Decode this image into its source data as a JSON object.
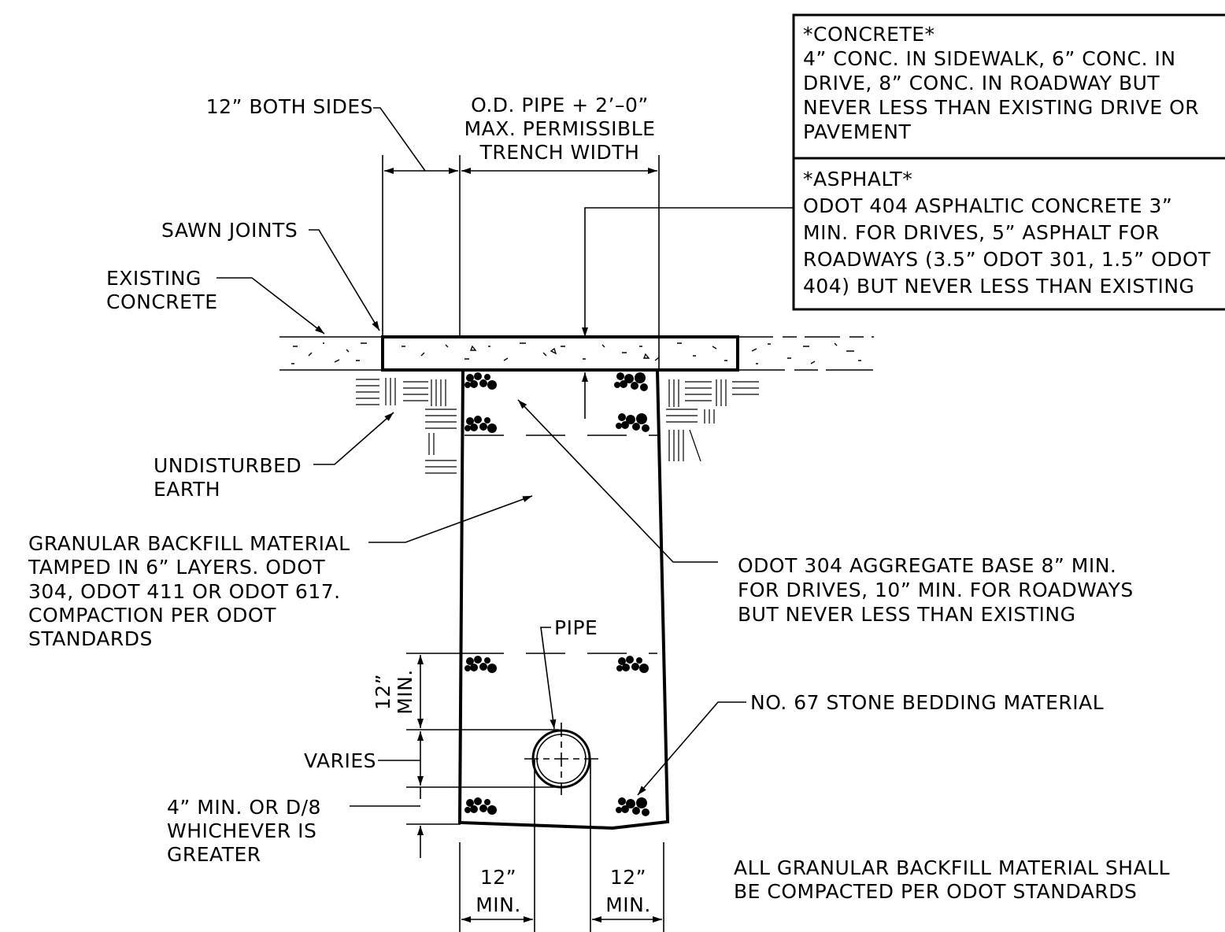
{
  "notes": {
    "concrete_title": "*CONCRETE*",
    "concrete_lines": [
      "4” CONC. IN SIDEWALK, 6” CONC. IN",
      "DRIVE, 8” CONC. IN ROADWAY BUT",
      "NEVER LESS THAN EXISTING DRIVE OR",
      "PAVEMENT"
    ],
    "asphalt_title": "*ASPHALT*",
    "asphalt_lines": [
      "ODOT 404 ASPHALTIC CONCRETE 3”",
      "MIN. FOR DRIVES, 5” ASPHALT FOR",
      "ROADWAYS (3.5” ODOT 301, 1.5” ODOT",
      "404) BUT NEVER LESS THAN EXISTING"
    ]
  },
  "labels": {
    "both_sides": "12” BOTH SIDES",
    "trench_width": [
      "O.D. PIPE + 2’–0”",
      "MAX. PERMISSIBLE",
      "TRENCH WIDTH"
    ],
    "sawn_joints": "SAWN JOINTS",
    "existing_concrete": [
      "EXISTING",
      "CONCRETE"
    ],
    "undisturbed_earth": [
      "UNDISTURBED",
      "EARTH"
    ],
    "granular_backfill": [
      "GRANULAR BACKFILL MATERIAL",
      "TAMPED IN 6” LAYERS. ODOT",
      "304, ODOT 411 OR ODOT 617.",
      "COMPACTION PER ODOT",
      "STANDARDS"
    ],
    "aggregate_base": [
      "ODOT 304 AGGREGATE BASE 8” MIN.",
      "FOR DRIVES, 10” MIN. FOR ROADWAYS",
      "BUT NEVER LESS THAN EXISTING"
    ],
    "pipe": "PIPE",
    "stone_bedding": "NO. 67 STONE BEDDING MATERIAL",
    "min_12_vertical": [
      "12”",
      "MIN."
    ],
    "varies": "VARIES",
    "min_4": [
      "4” MIN. OR D/8",
      "WHICHEVER IS",
      "GREATER"
    ],
    "min_12_left": [
      "12”",
      "MIN."
    ],
    "min_12_right": [
      "12”",
      "MIN."
    ],
    "compaction_note": [
      "ALL GRANULAR BACKFILL MATERIAL SHALL",
      "BE COMPACTED PER ODOT STANDARDS"
    ]
  }
}
